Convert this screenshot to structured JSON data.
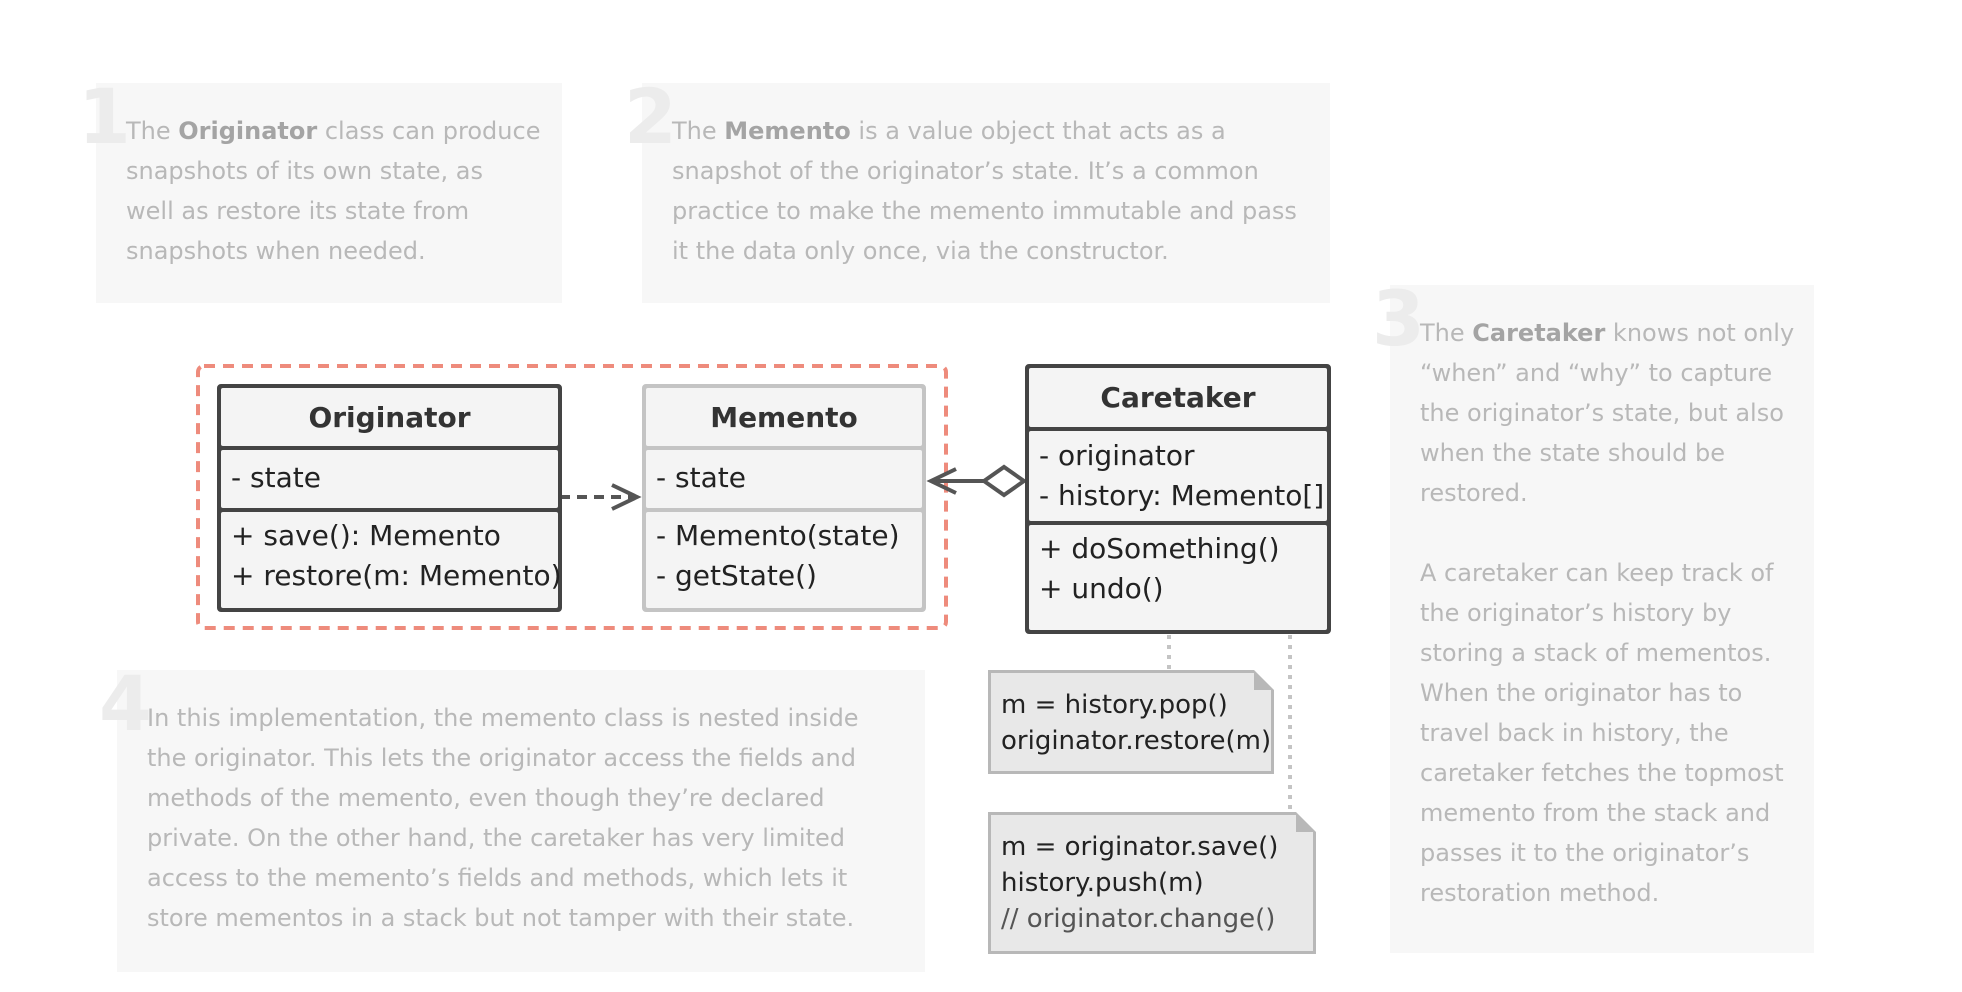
{
  "notes": [
    {
      "number": "1",
      "pre": "The ",
      "bold": "Originator",
      "post": " class can produce\nsnapshots of its own state, as\nwell as restore its state from\nsnapshots when needed."
    },
    {
      "number": "2",
      "pre": "The ",
      "bold": "Memento",
      "post": " is a value object that acts as a\nsnapshot of the originator’s state. It’s a common\npractice to make the memento immutable and pass\nit the data only once, via the constructor."
    },
    {
      "number": "3",
      "pre": "The ",
      "bold": "Caretaker",
      "post": " knows not only\n“when” and “why” to capture\nthe originator’s state, but also\nwhen the state should be\nrestored.\n\nA caretaker can keep track of\nthe originator’s history by\nstoring a stack of mementos.\nWhen the originator has to\ntravel back in history, the\ncaretaker fetches the topmost\nmemento from the stack and\npasses it to the originator’s\nrestoration method."
    },
    {
      "number": "4",
      "pre": "",
      "bold": "",
      "post": "In this implementation, the memento class is nested inside\nthe originator. This lets the originator access the fields and\nmethods of the memento, even though they’re declared\nprivate. On the other hand, the caretaker has very limited\naccess to the memento’s fields and methods, which lets it\nstore mementos in a stack but not tamper with their state."
    }
  ],
  "originator": {
    "name": "Originator",
    "fields": [
      "- state"
    ],
    "methods": [
      "+ save(): Memento",
      "+ restore(m: Memento)"
    ]
  },
  "memento": {
    "name": "Memento",
    "fields": [
      "- state"
    ],
    "methods": [
      "- Memento(state)",
      "- getState()"
    ]
  },
  "caretaker": {
    "name": "Caretaker",
    "fields": [
      "- originator",
      "- history: Memento[]"
    ],
    "methods": [
      "+ doSomething()",
      "+ undo()"
    ]
  },
  "code_notes": {
    "undo": [
      "m = history.pop()",
      "originator.restore(m)"
    ],
    "do_something": [
      "m = originator.save()",
      "history.push(m)"
    ],
    "do_something_comment": "// originator.change()"
  },
  "colors": {
    "nesting_border": "#ee8b7c",
    "class_border": "#444444",
    "memento_border": "#c4c4c4",
    "arrow": "#555555",
    "dotted_link": "#c4c4c4"
  }
}
